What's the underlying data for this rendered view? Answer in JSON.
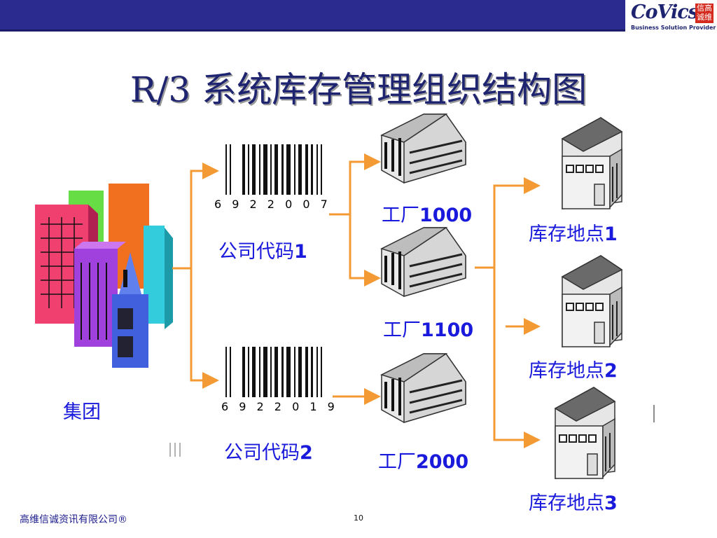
{
  "header": {
    "logo_text": "CoVics",
    "logo_seal": "信高诚维",
    "logo_tagline": "Business Solution Provider"
  },
  "title": "R/3 系统库存管理组织结构图",
  "group": {
    "label": "集团"
  },
  "companies": [
    {
      "label_prefix": "公司代码",
      "label_num": "1",
      "barcode": "6 9 2 2 0 0 7"
    },
    {
      "label_prefix": "公司代码",
      "label_num": "2",
      "barcode": "6 9 2 2 0 1 9"
    }
  ],
  "plants": [
    {
      "label_prefix": "工厂",
      "label_num": "1000"
    },
    {
      "label_prefix": "工厂",
      "label_num": "1100"
    },
    {
      "label_prefix": "工厂",
      "label_num": "2000"
    }
  ],
  "storage_locations": [
    {
      "label_prefix": "库存地点",
      "label_num": "1"
    },
    {
      "label_prefix": "库存地点",
      "label_num": "2"
    },
    {
      "label_prefix": "库存地点",
      "label_num": "3"
    }
  ],
  "colors": {
    "title": "#1e2470",
    "label": "#1a1adc",
    "connector": "#f39a34",
    "bar": "#2b2b8f"
  },
  "footer": {
    "company": "高维信诚资讯有限公司®",
    "page": "10"
  }
}
